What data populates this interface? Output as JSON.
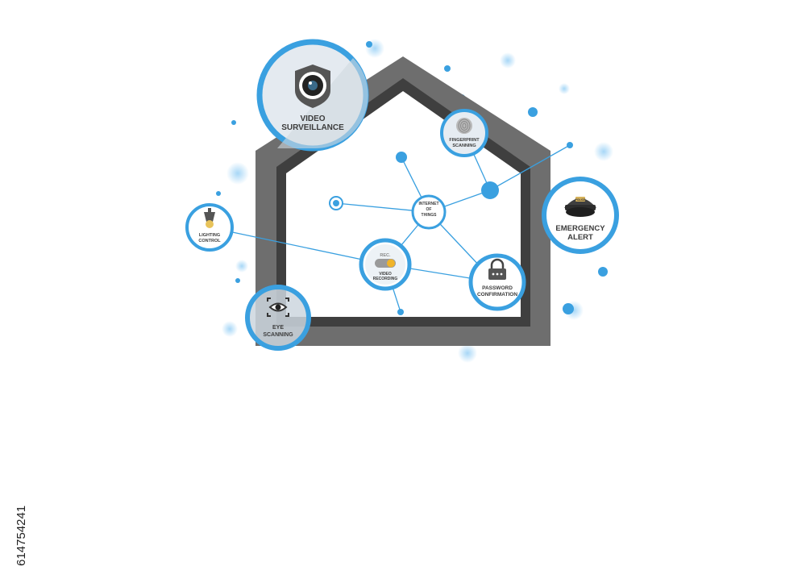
{
  "nodes": {
    "video_surveillance": [
      "VIDEO",
      "SURVEILLANCE"
    ],
    "fingerprint": [
      "FINGERPRINT",
      "SCANNING"
    ],
    "emergency": [
      "EMERGENCY",
      "ALERT"
    ],
    "iot": [
      "INTERNET",
      "OF",
      "THINGS"
    ],
    "lighting": [
      "LIGHTING",
      "CONTROL"
    ],
    "video_recording": [
      "VIDEO",
      "RECORDING"
    ],
    "video_recording_badge": "REC.",
    "password": [
      "PASSWORD",
      "CONFIRMATION"
    ],
    "eye": [
      "EYE",
      "SCANNING"
    ],
    "police_badge": "POLICE"
  },
  "side_id": "614754241",
  "colors": {
    "accent": "#3aa0e0",
    "house_dark": "#4a4a4a",
    "house_mid": "#7a7a7a",
    "lamp": "#e8c35a",
    "rec_yellow": "#f0b429"
  }
}
